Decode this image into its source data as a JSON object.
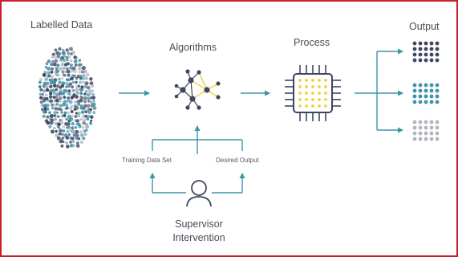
{
  "labels": {
    "labelled_data": "Labelled Data",
    "algorithms": "Algorithms",
    "process": "Process",
    "output": "Output",
    "training_data_set": "Training Data Set",
    "desired_output": "Desired Output",
    "supervisor_line1": "Supervisor",
    "supervisor_line2": "Intervention"
  },
  "colors": {
    "border": "#c8202a",
    "arrow": "#3e94aa",
    "navy": "#3f4660",
    "teal": "#3e94aa",
    "gray": "#b2b6be",
    "yellow": "#f1d23e",
    "text": "#4a4d55"
  },
  "icons": {
    "data_cloud": "scatter-dots-icon",
    "algorithm": "network-graph-icon",
    "process": "cpu-chip-icon",
    "person": "person-icon"
  }
}
